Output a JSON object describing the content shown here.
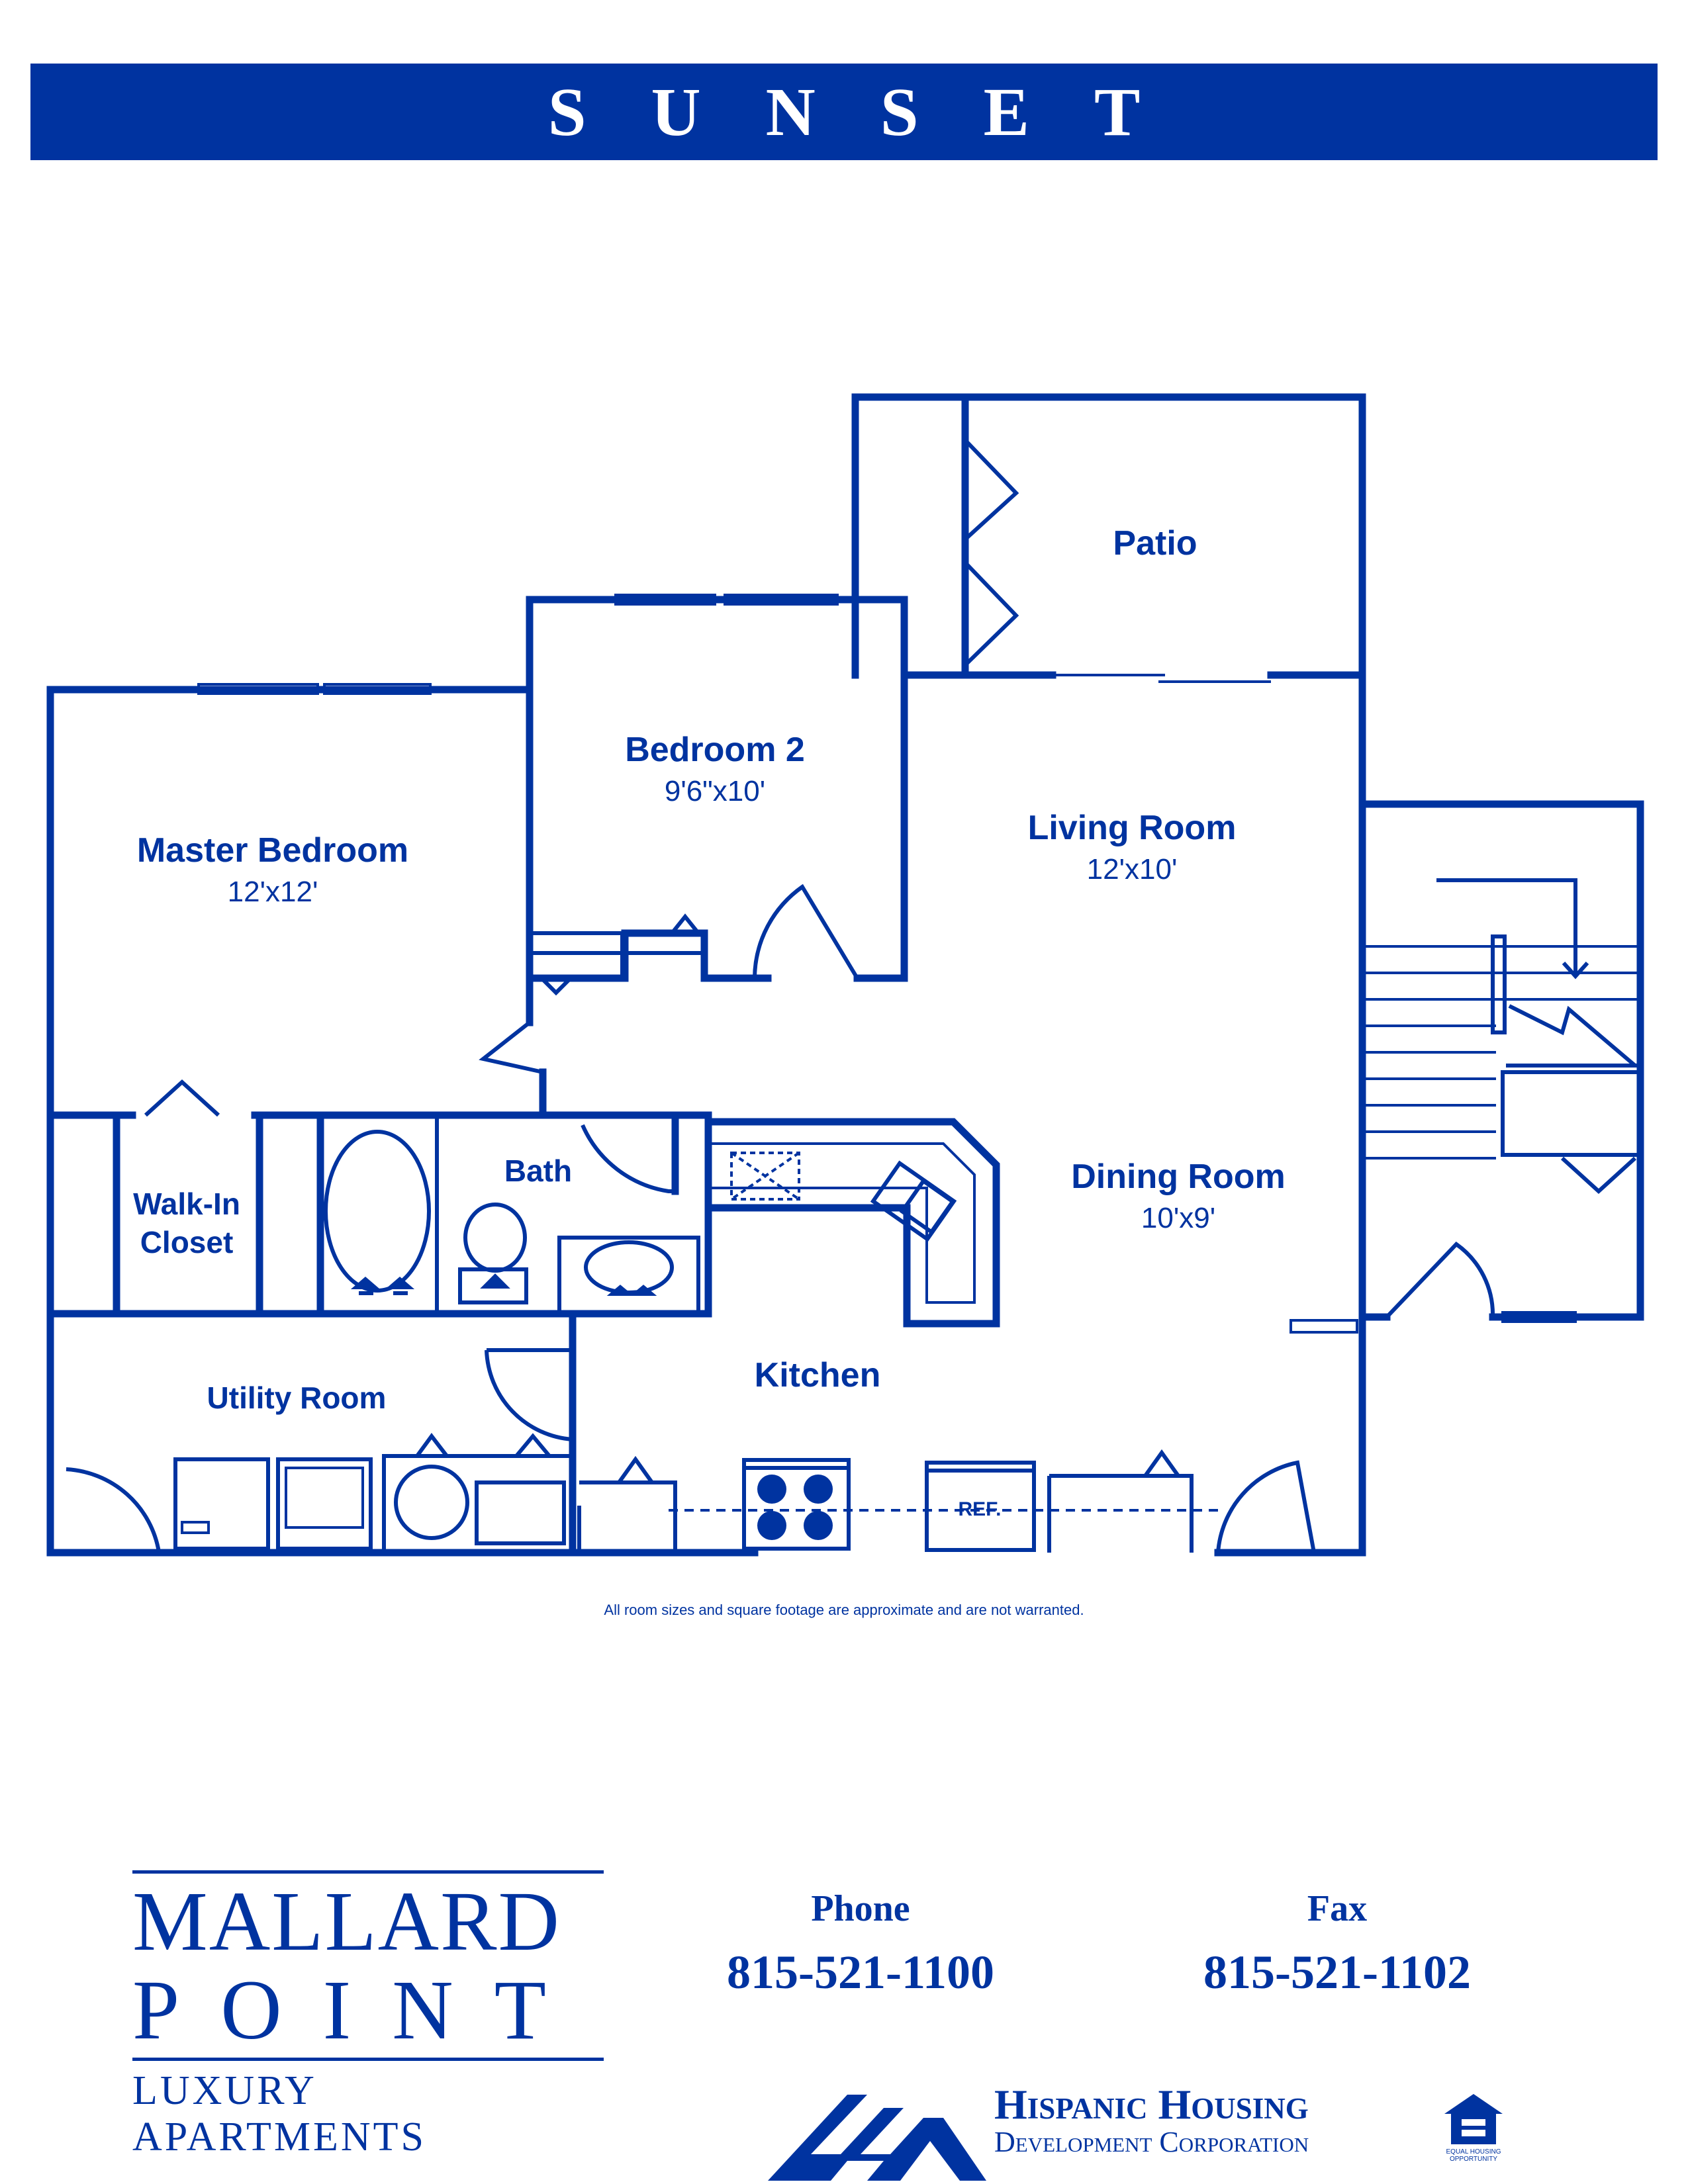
{
  "header": {
    "title": "SUNSET"
  },
  "rooms": {
    "patio": {
      "name": "Patio"
    },
    "bedroom2": {
      "name": "Bedroom 2",
      "dims": "9'6\"x10'"
    },
    "master": {
      "name": "Master Bedroom",
      "dims": "12'x12'"
    },
    "living": {
      "name": "Living Room",
      "dims": "12'x10'"
    },
    "dining": {
      "name": "Dining Room",
      "dims": "10'x9'"
    },
    "bath": {
      "name": "Bath"
    },
    "closet": {
      "line1": "Walk-In",
      "line2": "Closet"
    },
    "utility": {
      "name": "Utility Room"
    },
    "kitchen": {
      "name": "Kitchen"
    },
    "ref": "REF."
  },
  "disclaimer": "All room sizes and square footage are approximate and are not warranted.",
  "brand": {
    "line1": "MALLARD",
    "line2": "POINT",
    "line3": "LUXURY APARTMENTS"
  },
  "contact": {
    "phone_label": "Phone",
    "phone": "815-521-1100",
    "fax_label": "Fax",
    "fax": "815-521-1102"
  },
  "developer": {
    "name": "Hispanic Housing",
    "subtitle": "Development Corporation"
  },
  "eho": {
    "text": "EQUAL HOUSING OPPORTUNITY"
  },
  "colors": {
    "brand_blue": "#0033a0",
    "background": "#ffffff"
  }
}
